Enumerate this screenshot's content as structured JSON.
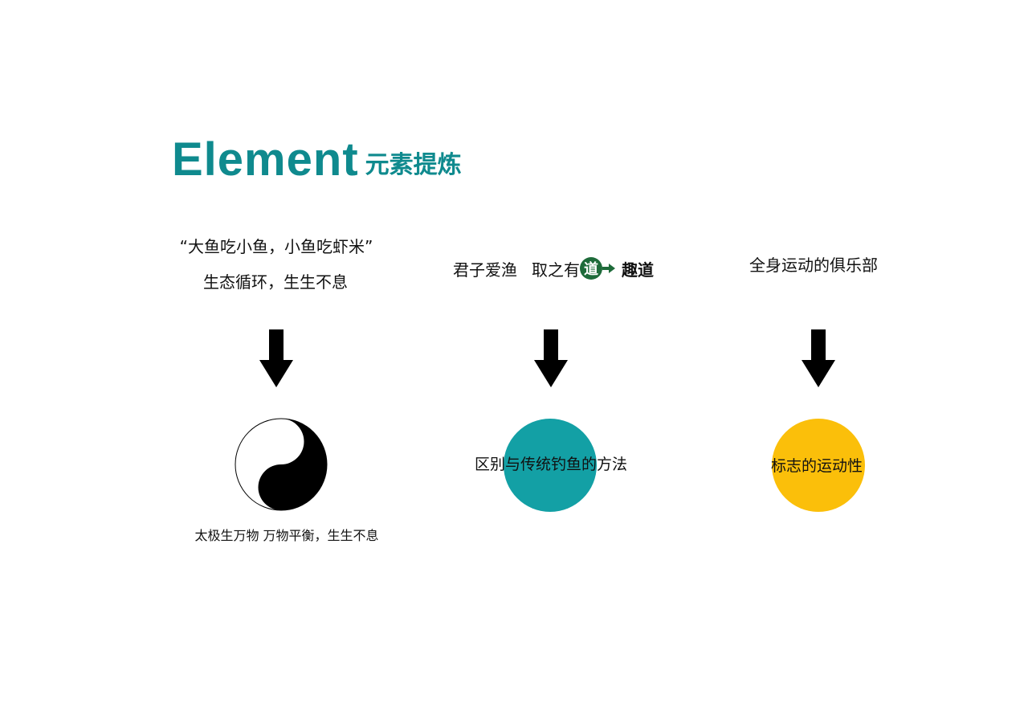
{
  "header": {
    "title_en": "Element",
    "title_cn": "元素提炼"
  },
  "colors": {
    "teal": "#0f8a8e",
    "circle_teal": "#13a0a5",
    "circle_yellow": "#fbbf0a",
    "badge_green": "#1e6b3a",
    "black": "#000000"
  },
  "columns": [
    {
      "line1": "“大鱼吃小鱼，小鱼吃虾米”",
      "line2": "生态循环，生生不息",
      "symbol": "taiji-icon",
      "caption": "太极生万物 万物平衡，生生不息"
    },
    {
      "part1": "君子爱渔",
      "part2": "取之有",
      "badge": "道",
      "part3": "趣道",
      "symbol": "teal-circle",
      "circle_label": "区别与传统钓鱼的方法"
    },
    {
      "line1": "全身运动的俱乐部",
      "symbol": "yellow-circle",
      "circle_label": "标志的运动性"
    }
  ]
}
